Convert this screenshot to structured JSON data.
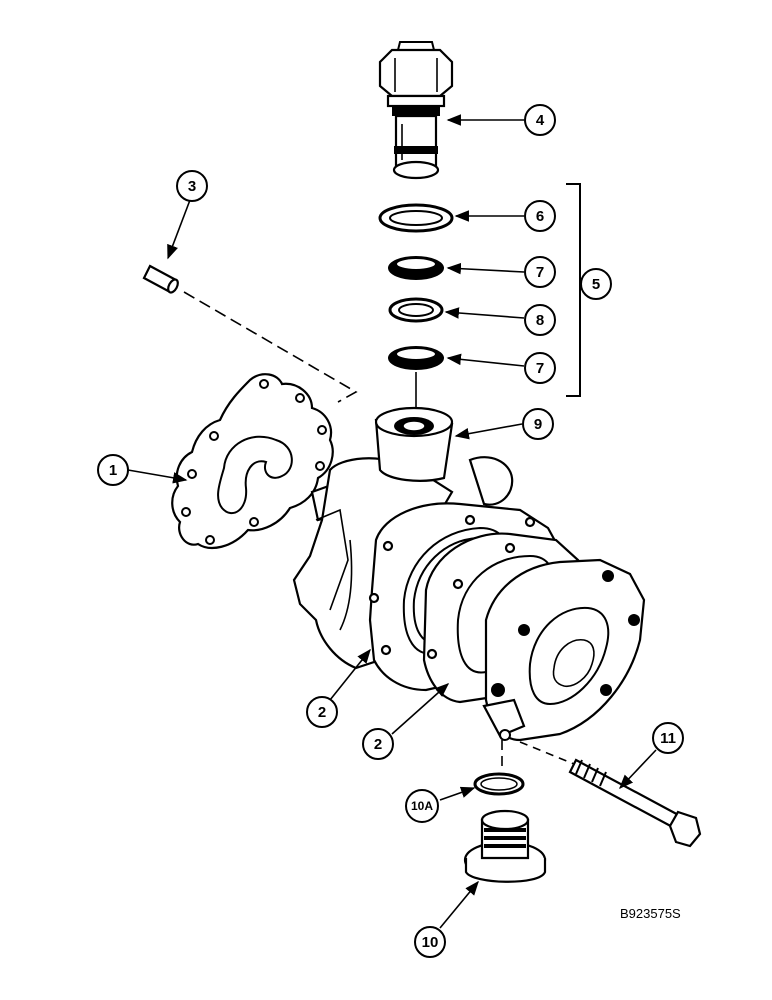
{
  "callouts": [
    "1",
    "2",
    "2",
    "3",
    "4",
    "5",
    "6",
    "7",
    "8",
    "7",
    "9",
    "10A",
    "10",
    "11"
  ],
  "figure_code": "B923575S"
}
